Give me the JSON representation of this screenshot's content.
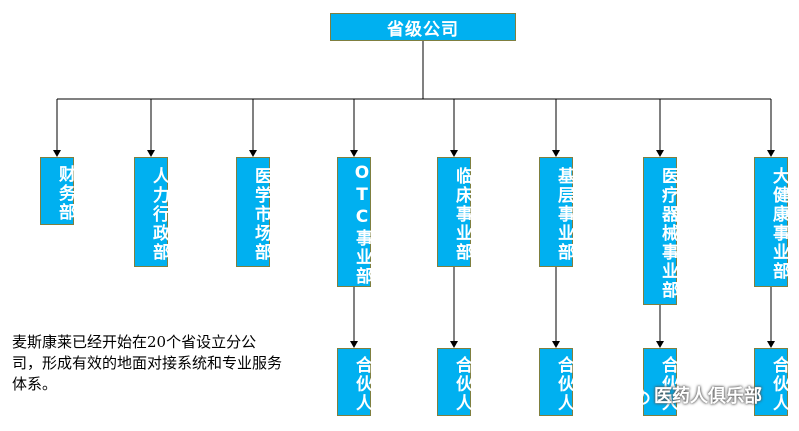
{
  "root": {
    "label": "省级公司"
  },
  "departments": [
    {
      "id": "finance",
      "label": "财务部"
    },
    {
      "id": "hr-admin",
      "label": "人力行政部"
    },
    {
      "id": "medical-marketing",
      "label": "医学市场部"
    },
    {
      "id": "otc",
      "label": "OTC事业部",
      "partner": "合伙人"
    },
    {
      "id": "clinical",
      "label": "临床事业部",
      "partner": "合伙人"
    },
    {
      "id": "primary-care",
      "label": "基层事业部",
      "partner": "合伙人"
    },
    {
      "id": "medical-devices",
      "label": "医疗器械事业部",
      "partner": "合伙人"
    },
    {
      "id": "big-health",
      "label": "大健康事业部",
      "partner": "合伙人"
    }
  ],
  "note": "麦斯康莱已经开始在20个省设立分公司，形成有效的地面对接系统和专业服务体系。",
  "watermark": {
    "text": "医药人俱乐部",
    "icon": "wechat-icon"
  },
  "colors": {
    "box_fill": "#00b0f0",
    "box_border": "#7f7f3f",
    "box_text": "#ffffff",
    "line": "#000000"
  }
}
